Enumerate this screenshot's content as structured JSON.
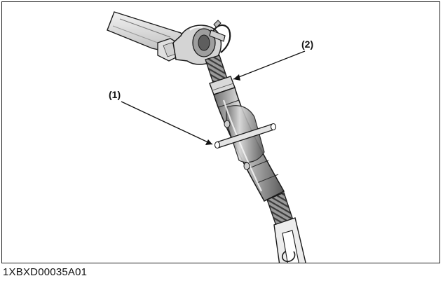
{
  "figure": {
    "callouts": [
      {
        "id": "1",
        "label": "(1)"
      },
      {
        "id": "2",
        "label": "(2)"
      }
    ],
    "caption": "1XBXD00035A01"
  },
  "colors": {
    "part_shade": "#8a8a8a",
    "part_mid": "#b5b5b5",
    "part_light": "#e6e6e6",
    "outline": "#1a1a1a"
  }
}
